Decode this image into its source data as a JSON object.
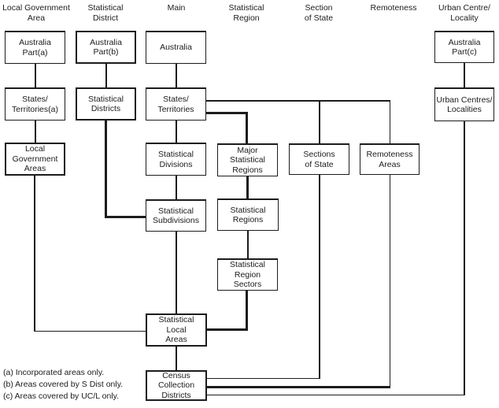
{
  "column_headers": [
    {
      "id": "local-government-area",
      "label": "Local Government\nArea"
    },
    {
      "id": "statistical-district",
      "label": "Statistical\nDistrict"
    },
    {
      "id": "main",
      "label": "Main"
    },
    {
      "id": "statistical-region",
      "label": "Statistical\nRegion"
    },
    {
      "id": "section-of-state",
      "label": "Section\nof State"
    },
    {
      "id": "remoteness",
      "label": "Remoteness"
    },
    {
      "id": "urban-centre-locality",
      "label": "Urban Centre/\nLocality"
    }
  ],
  "boxes": {
    "australia_part_a": "Australia\nPart(a)",
    "australia_part_b": "Australia\nPart(b)",
    "australia": "Australia",
    "australia_part_c": "Australia\nPart(c)",
    "states_territories_a": "States/\nTerritories(a)",
    "statistical_districts": "Statistical\nDistricts",
    "states_territories": "States/\nTerritories",
    "urban_centres_localities": "Urban Centres/\nLocalities",
    "local_government_areas": "Local\nGovernment\nAreas",
    "statistical_divisions": "Statistical\nDivisions",
    "major_statistical_regions": "Major\nStatistical\nRegions",
    "sections_of_state": "Sections\nof State",
    "remoteness_areas": "Remoteness\nAreas",
    "statistical_subdivisions": "Statistical\nSubdivisions",
    "statistical_regions": "Statistical\nRegions",
    "statistical_region_sectors": "Statistical\nRegion\nSectors",
    "statistical_local_areas": "Statistical\nLocal\nAreas",
    "census_collection_districts": "Census\nCollection\nDistricts"
  },
  "footnotes": "(a) Incorporated areas only.\n(b) Areas covered by S Dist only.\n(c) Areas covered by UC/L only.",
  "colors": {
    "line": "#1c1c1c",
    "background": "#ffffff",
    "text": "#1c1c1c"
  }
}
